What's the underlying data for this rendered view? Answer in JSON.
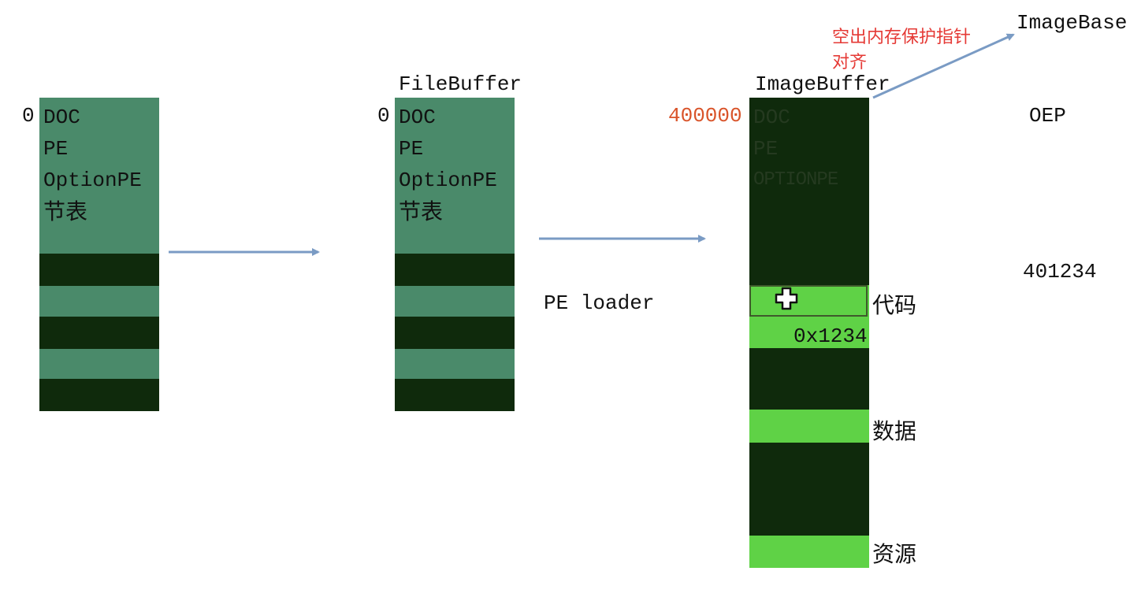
{
  "colors": {
    "header_green": "#4a8a6a",
    "dark_band": "#0f2a0c",
    "mid_band": "#4a8a6a",
    "bright_green": "#5fd246",
    "arrow_blue": "#7a9bc4",
    "addr_red": "#d9542a",
    "annot_red": "#e53935"
  },
  "column1": {
    "offset": "0",
    "header_lines": [
      "DOC",
      "PE",
      "OptionPE",
      "节表"
    ]
  },
  "column2": {
    "title": "FileBuffer",
    "offset": "0",
    "header_lines": [
      "DOC",
      "PE",
      "OptionPE",
      "节表"
    ]
  },
  "loader_label": "PE loader",
  "column3": {
    "title": "ImageBuffer",
    "offset": "400000",
    "header_lines": [
      "DOC",
      "PE",
      "OPTIONPE"
    ],
    "code_label": "代码",
    "code_offset": "0x1234",
    "data_label": "数据",
    "resource_label": "资源"
  },
  "annotation": {
    "line1": "空出内存保护指针",
    "line2": "对齐"
  },
  "right": {
    "imagebase": "ImageBase",
    "oep": "OEP",
    "oep_value": "401234"
  },
  "icons": {
    "cursor": "plus-cursor-icon"
  }
}
